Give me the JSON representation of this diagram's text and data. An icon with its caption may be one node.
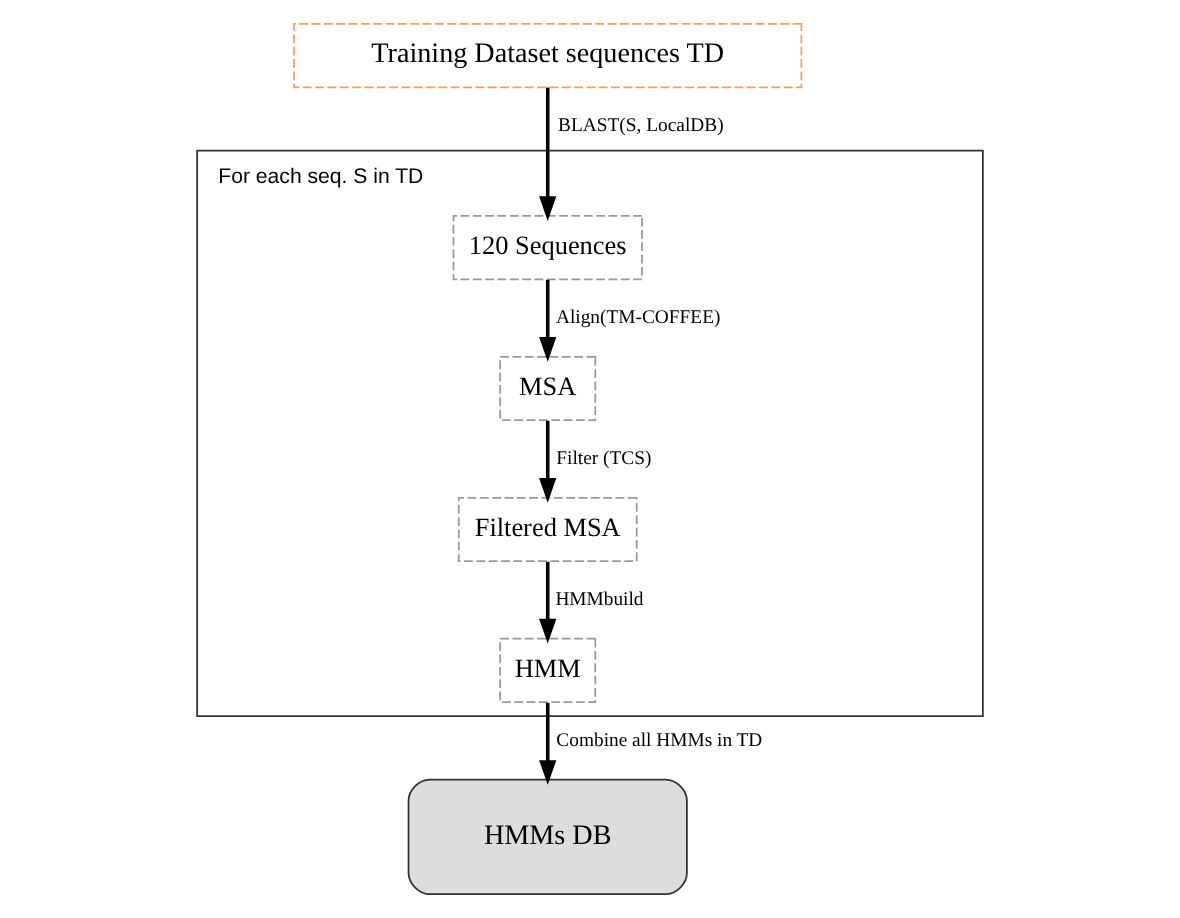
{
  "diagram": {
    "nodes": [
      {
        "text": [
          "Training Dataset sequences TD"
        ]
      },
      {
        "text": [
          "For each seq. S in TD"
        ]
      },
      {
        "text": [
          "120 Sequences"
        ],
        "in": 1
      },
      {
        "text": [
          "MSA"
        ],
        "in": 1
      },
      {
        "text": [
          "Filtered MSA"
        ],
        "in": 1
      },
      {
        "text": [
          "HMM"
        ],
        "in": 1
      },
      {
        "text": [
          "HMMs DB"
        ]
      }
    ],
    "edges": [
      {
        "from": 0,
        "to": 2,
        "arrow": "to",
        "label": "BLAST(S, LocalDB)"
      },
      {
        "from": 2,
        "to": 3,
        "arrow": "to",
        "label": "Align(TM-COFFEE)"
      },
      {
        "from": 3,
        "to": 4,
        "arrow": "to",
        "label": "Filter (TCS)"
      },
      {
        "from": 4,
        "to": 5,
        "arrow": "to",
        "label": "HMMbuild"
      },
      {
        "from": 5,
        "to": 6,
        "arrow": "to",
        "label": "Combine all HMMs in TD"
      }
    ]
  }
}
